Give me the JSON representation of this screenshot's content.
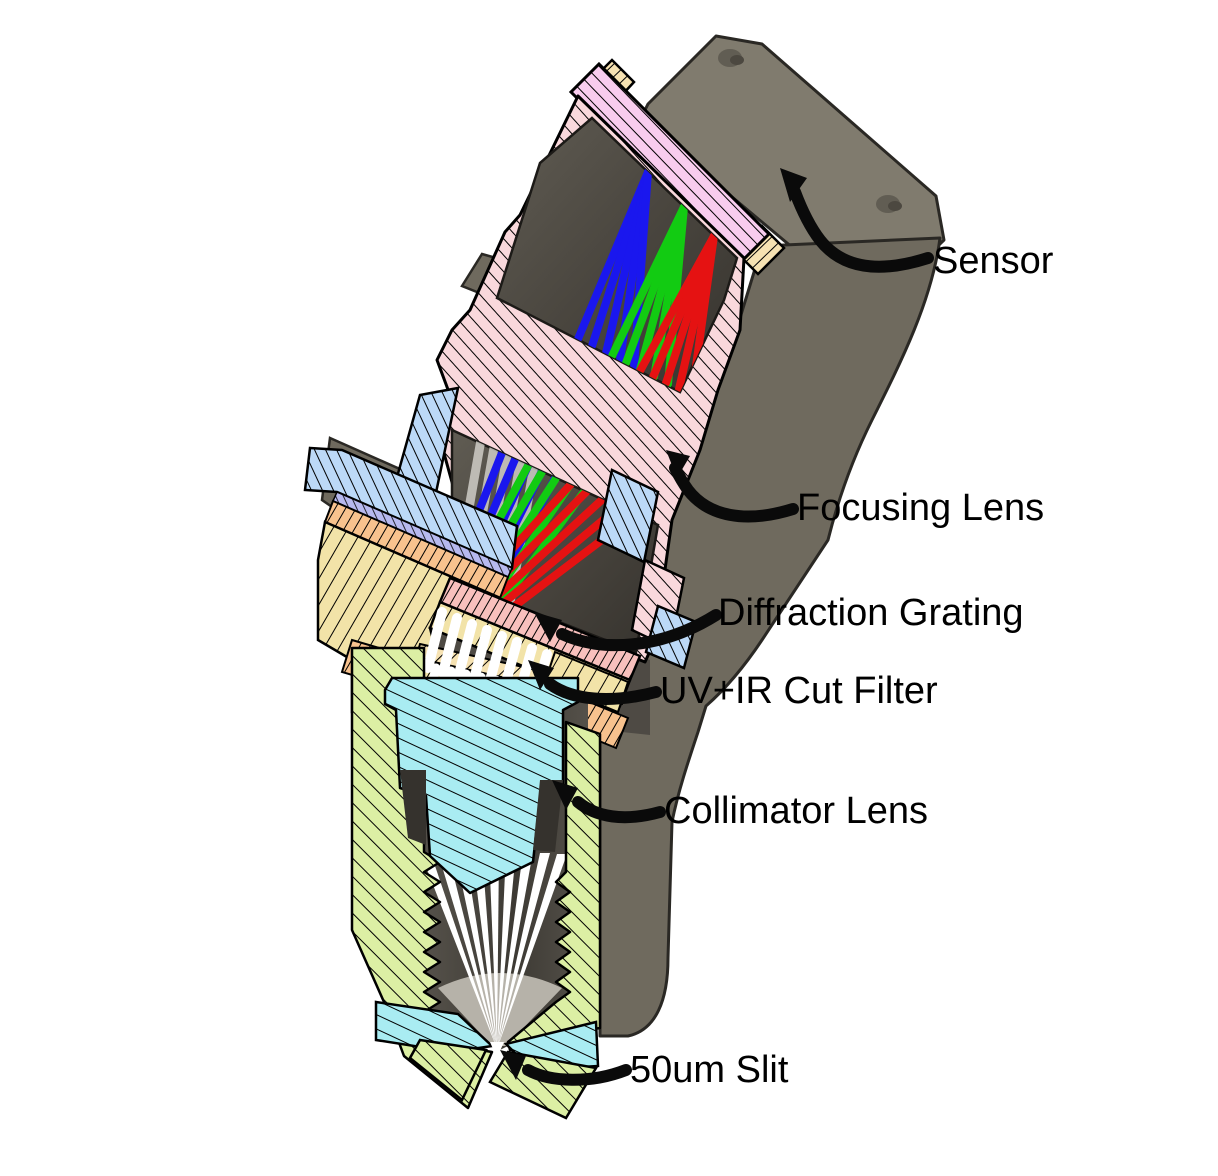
{
  "diagram": {
    "subject": "Spectrometer cutaway cross-section",
    "labels": [
      {
        "id": "sensor",
        "text": "Sensor"
      },
      {
        "id": "focusing-lens",
        "text": "Focusing Lens"
      },
      {
        "id": "diffraction-grating",
        "text": "Diffraction Grating"
      },
      {
        "id": "uv-ir-cut-filter",
        "text": "UV+IR Cut Filter"
      },
      {
        "id": "collimator-lens",
        "text": "Collimator Lens"
      },
      {
        "id": "slit",
        "text": "50um Slit"
      }
    ],
    "colors": {
      "housing_gray": "#7b766a",
      "housing_gray_dark": "#5f5b52",
      "cavity_dark": "#45423c",
      "pink_body": "#f9d8dc",
      "pcb_pink": "#f8ccee",
      "tan": "#f6e2b2",
      "yellow": "#f2e3a8",
      "light_blue": "#bcd9f7",
      "lavender": "#b7b9ef",
      "orange": "#f8c28e",
      "grating_salmon": "#f8c0bd",
      "cyan": "#a9ecf2",
      "green": "#dcefa4",
      "ray_blue": "#1a17ee",
      "ray_green": "#12cb12",
      "ray_red": "#e51212",
      "beam_white": "#ffffff",
      "annotation": "#000000"
    }
  }
}
